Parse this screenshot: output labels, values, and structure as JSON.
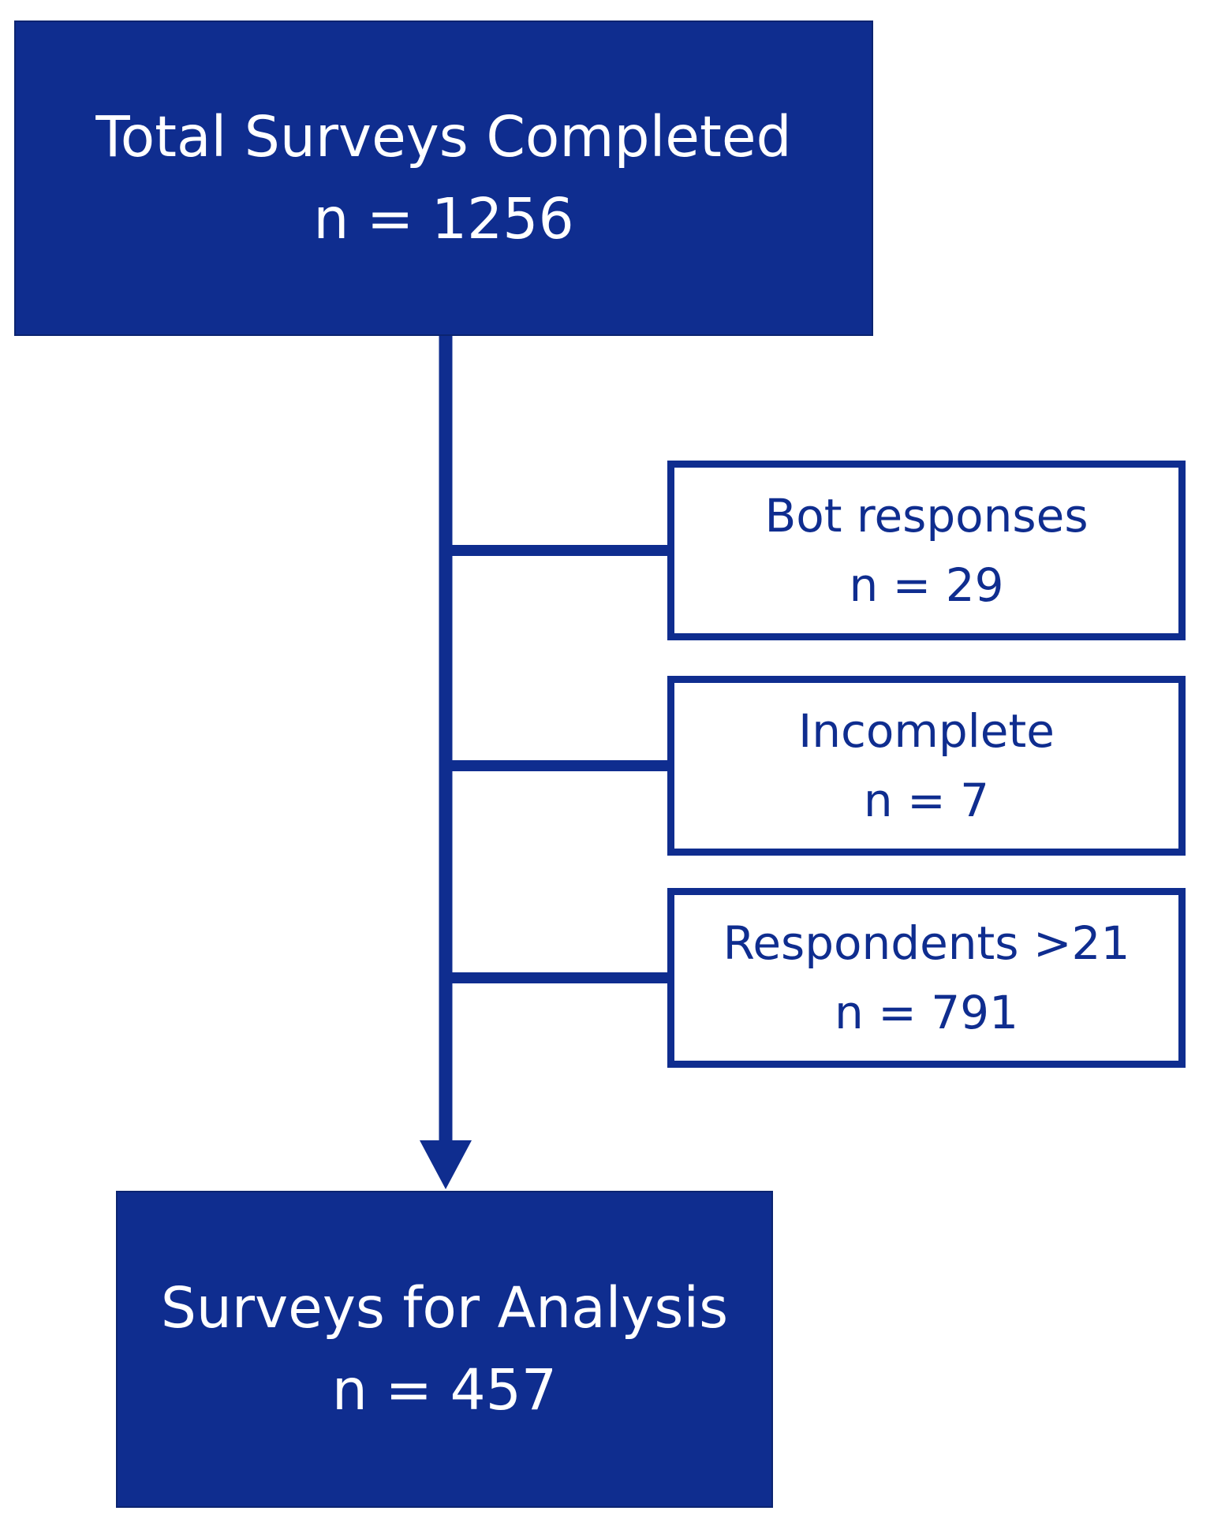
{
  "colors": {
    "primary": "#0f2d8f",
    "background": "#ffffff"
  },
  "flowchart": {
    "start": {
      "label": "Total Surveys Completed",
      "count": "n = 1256"
    },
    "exclusions": [
      {
        "label": "Bot responses",
        "count": "n = 29"
      },
      {
        "label": "Incomplete",
        "count": "n = 7"
      },
      {
        "label": "Respondents >21",
        "count": "n = 791"
      }
    ],
    "end": {
      "label": "Surveys for Analysis",
      "count": "n = 457"
    }
  }
}
